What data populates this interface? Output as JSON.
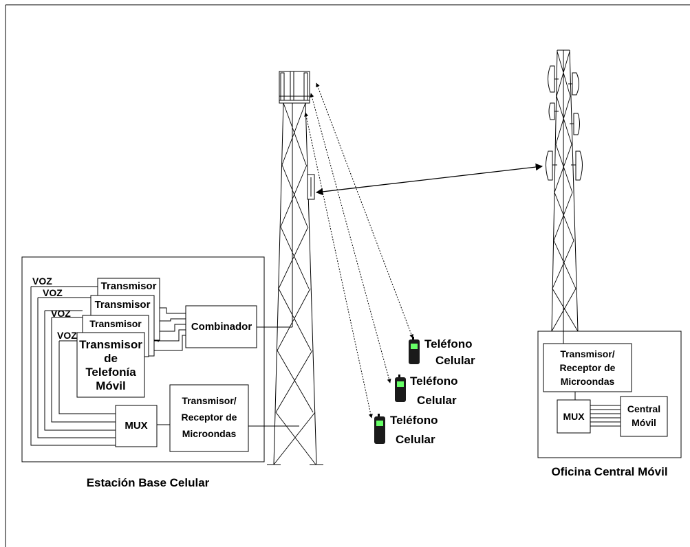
{
  "base_station": {
    "caption": "Estación Base Celular",
    "voz_labels": [
      "VOZ",
      "VOZ",
      "VOZ",
      "VOZ"
    ],
    "transmitter_labels": [
      "Transmisor",
      "Transmisor",
      "Transmisor"
    ],
    "main_transmitter": [
      "Transmisor",
      "de",
      "Telefonía",
      "Móvil"
    ],
    "combiner": "Combinador",
    "mux": "MUX",
    "microwave": [
      "Transmisor/",
      "Receptor de",
      "Microondas"
    ]
  },
  "phones": [
    {
      "line1": "Teléfono",
      "line2": "Celular"
    },
    {
      "line1": "Teléfono",
      "line2": "Celular"
    },
    {
      "line1": "Teléfono",
      "line2": "Celular"
    }
  ],
  "central_office": {
    "caption": "Oficina Central Móvil",
    "microwave": [
      "Transmisor/",
      "Receptor de",
      "Microondas"
    ],
    "mux": "MUX",
    "central": [
      "Central",
      "Móvil"
    ]
  }
}
